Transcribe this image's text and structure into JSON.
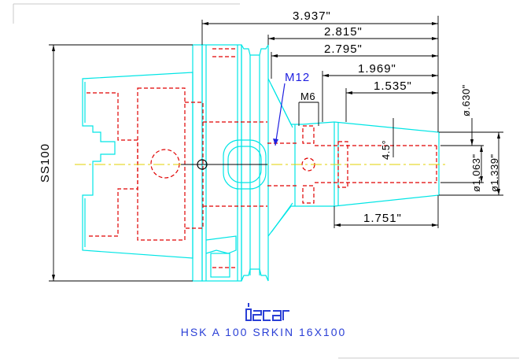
{
  "drawing": {
    "caption": "HSK A 100 SRKIN 16X100",
    "logo_text": "iscar",
    "dimensions": {
      "overall_length": "3.937\"",
      "length_2815": "2.815\"",
      "length_2795": "2.795\"",
      "length_1969": "1.969\"",
      "length_1535": "1.535\"",
      "length_1751": "1.751\"",
      "dia_0630": "ø.630\"",
      "dia_1063": "ø1.063\"",
      "dia_1339": "ø1.339\"",
      "angle": "4.5°",
      "thread_m12": "M12",
      "thread_m6": "M6",
      "ss100": "SS100"
    },
    "colors": {
      "body_outline": "#00e5e5",
      "hidden_lines": "#e00000",
      "dimension": "#000000",
      "centerline": "#e0d000",
      "callout": "#2020e0"
    }
  }
}
